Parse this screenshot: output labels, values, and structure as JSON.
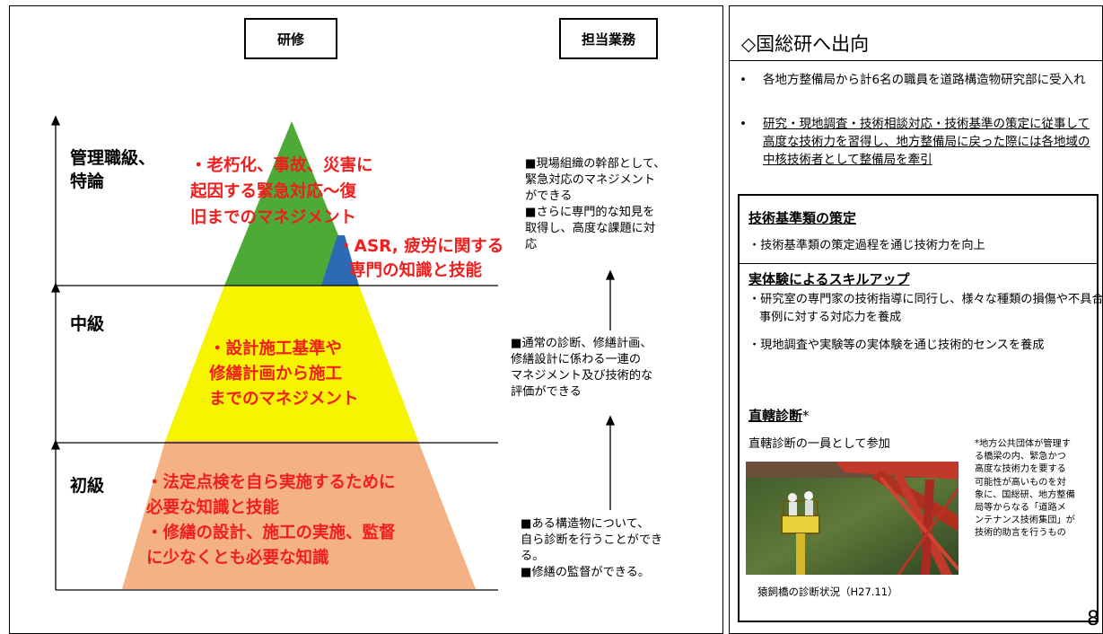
{
  "left": {
    "header_training": "研修",
    "header_duties": "担当業務",
    "levels": {
      "manager": "管理職級、\n特論",
      "middle": "中級",
      "beginner": "初級"
    },
    "pyramid_text": {
      "top_line1": "・老朽化、事故、災害に",
      "top_line2": "起因する緊急対応～復",
      "top_line3": "旧までのマネジメント",
      "top_sub1": "・ASR, 疲労に関する",
      "top_sub2": "専門の知識と技能",
      "mid_line1": "・設計施工基準や",
      "mid_line2": "修繕計画から施工",
      "mid_line3": "までのマネジメント",
      "low_line1": "・法定点検を自ら実施するために",
      "low_line2": "必要な知識と技能",
      "low_line3": "・修繕の設計、施工の実施、監督",
      "low_line4": "に少なくとも必要な知識"
    },
    "duties": {
      "top": "■現場組織の幹部として、\n緊急対応のマネジメント\nができる\n■さらに専門的な知見を\n取得し、高度な課題に対\n応",
      "mid": "■通常の診断、修繕計画、\n修繕設計に係わる一連の\nマネジメント及び技術的な\n評価ができる",
      "low": "■ある構造物について、\n自ら診断を行うことができ\nる。\n■修繕の監督ができる。"
    }
  },
  "right": {
    "title": "◇国総研へ出向",
    "bullet1": "各地方整備局から計6名の職員を道路構造物研究部に受入れ",
    "bullet2_a": "研究・現地調査・技術相談対応・技術基準の策定に従事して高度な技術力を習得し、地方整備局に戻った際には",
    "bullet2_b": "各地域の中核技術者として整備局を牽引",
    "sec1_title": "技術基準類の策定",
    "sec1_text": "・技術基準類の策定過程を通じ技術力を向上",
    "sec2_title": "実体験によるスキルアップ",
    "sec2_text1": "・研究室の専門家の技術指導に同行し、様々な種類の損傷や不具合事例に対する対応力を養成",
    "sec2_text2": "・現地調査や実験等の実体験を通じ技術的センスを養成",
    "sec3_title": "直轄診断",
    "sec3_asterisk": "*",
    "sec3_text": "直轄診断の一員として参加",
    "photo_caption": "猿飼橋の診断状況（H27.11）",
    "footnote": "*地方公共団体が管理する橋梁の内、緊急かつ高度な技術力を要する可能性が高いものを対象に、国総研、地方整備局等からなる「道路メンテナンス技術集団」が技術的助言を行うもの",
    "page_number": "8"
  },
  "colors": {
    "red": "#f11e1e",
    "green": "#4daa37",
    "blue": "#2d6ab5",
    "yellow": "#f7f400",
    "peach": "#f4b183"
  }
}
